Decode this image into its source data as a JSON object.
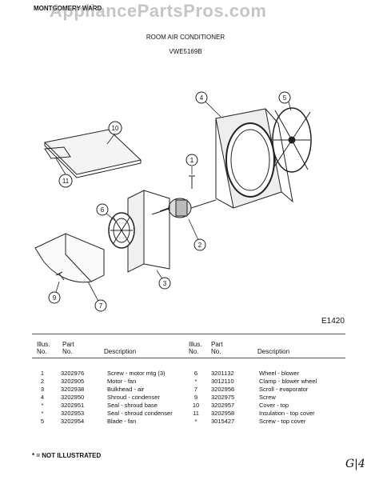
{
  "header": {
    "brand": "MONTGOMERY WARD",
    "watermark": "AppliancePartsPros.com",
    "subtitle": "ROOM AIR CONDITIONER",
    "model": "VWE5169B",
    "figure_code": "E1420"
  },
  "callouts": [
    "1",
    "2",
    "3",
    "4",
    "5",
    "6",
    "7",
    "9",
    "10",
    "11"
  ],
  "table": {
    "headers": {
      "illus": "Illus.",
      "no": "No.",
      "part": "Part",
      "part_no": "No.",
      "desc": "Description"
    },
    "left": [
      {
        "illus": "1",
        "part": "3202976",
        "desc": "Screw - motor mtg (3)"
      },
      {
        "illus": "2",
        "part": "3202905",
        "desc": "Motor - fan"
      },
      {
        "illus": "3",
        "part": "3202938",
        "desc": "Bulkhead - air"
      },
      {
        "illus": "4",
        "part": "3202950",
        "desc": "Shroud - condenser"
      },
      {
        "illus": "*",
        "part": "3202951",
        "desc": "Seal - shroud base"
      },
      {
        "illus": "*",
        "part": "3202953",
        "desc": "Seal - shroud condenser"
      },
      {
        "illus": "5",
        "part": "3202954",
        "desc": "Blade - fan"
      }
    ],
    "right": [
      {
        "illus": "6",
        "part": "3201132",
        "desc": "Wheel - blower"
      },
      {
        "illus": "*",
        "part": "3012110",
        "desc": "Clamp - blower wheel"
      },
      {
        "illus": "7",
        "part": "3202956",
        "desc": "Scroll - evaporator"
      },
      {
        "illus": "9",
        "part": "3202975",
        "desc": "Screw"
      },
      {
        "illus": "10",
        "part": "3202957",
        "desc": "Cover - top"
      },
      {
        "illus": "11",
        "part": "3202958",
        "desc": "Insulation - top cover"
      },
      {
        "illus": "*",
        "part": "3015427",
        "desc": "Screw - top cover"
      }
    ]
  },
  "footnote": "* = NOT ILLUSTRATED",
  "handwritten_mark": "G|4"
}
